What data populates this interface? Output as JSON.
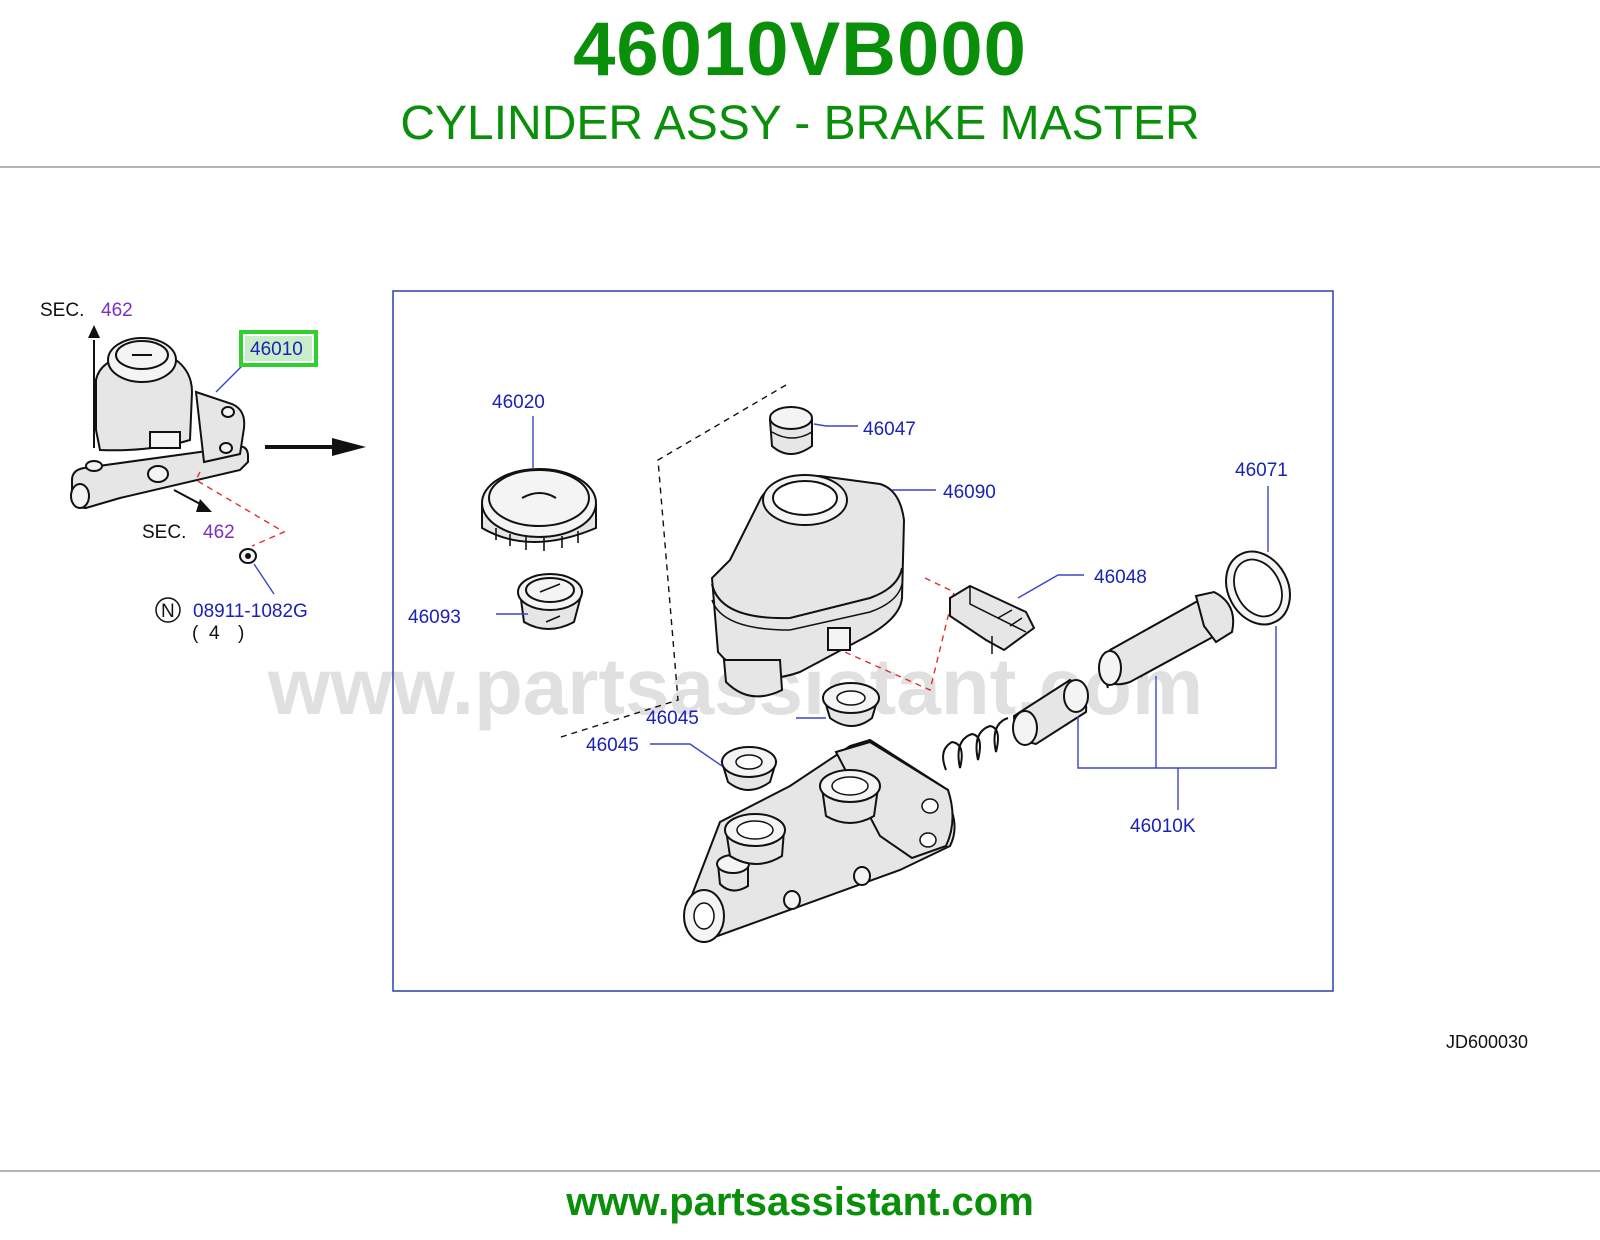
{
  "header": {
    "part_number": "46010VB000",
    "part_name": "CYLINDER ASSY - BRAKE MASTER"
  },
  "diagram": {
    "sec_label": "SEC.",
    "sec_top_number": "462",
    "sec_bottom_number": "462",
    "highlight_callout": "46010",
    "n_badge": "N",
    "bolt_part": "08911-1082G",
    "bolt_qty_open": "(",
    "bolt_qty": "4",
    "bolt_qty_close": ")",
    "callouts": {
      "c46020": "46020",
      "c46047": "46047",
      "c46090": "46090",
      "c46071": "46071",
      "c46048": "46048",
      "c46093": "46093",
      "c46045_a": "46045",
      "c46045_b": "46045",
      "c46010k": "46010K"
    },
    "drawing_code": "JD600030",
    "watermark": "www.partsassistant.com",
    "colors": {
      "title_green": "#0a8f0a",
      "callout_blue": "#1a22b8",
      "sec_purple": "#7a2fc8",
      "highlight_box": "#2ed12e"
    }
  },
  "footer": {
    "url": "www.partsassistant.com"
  }
}
